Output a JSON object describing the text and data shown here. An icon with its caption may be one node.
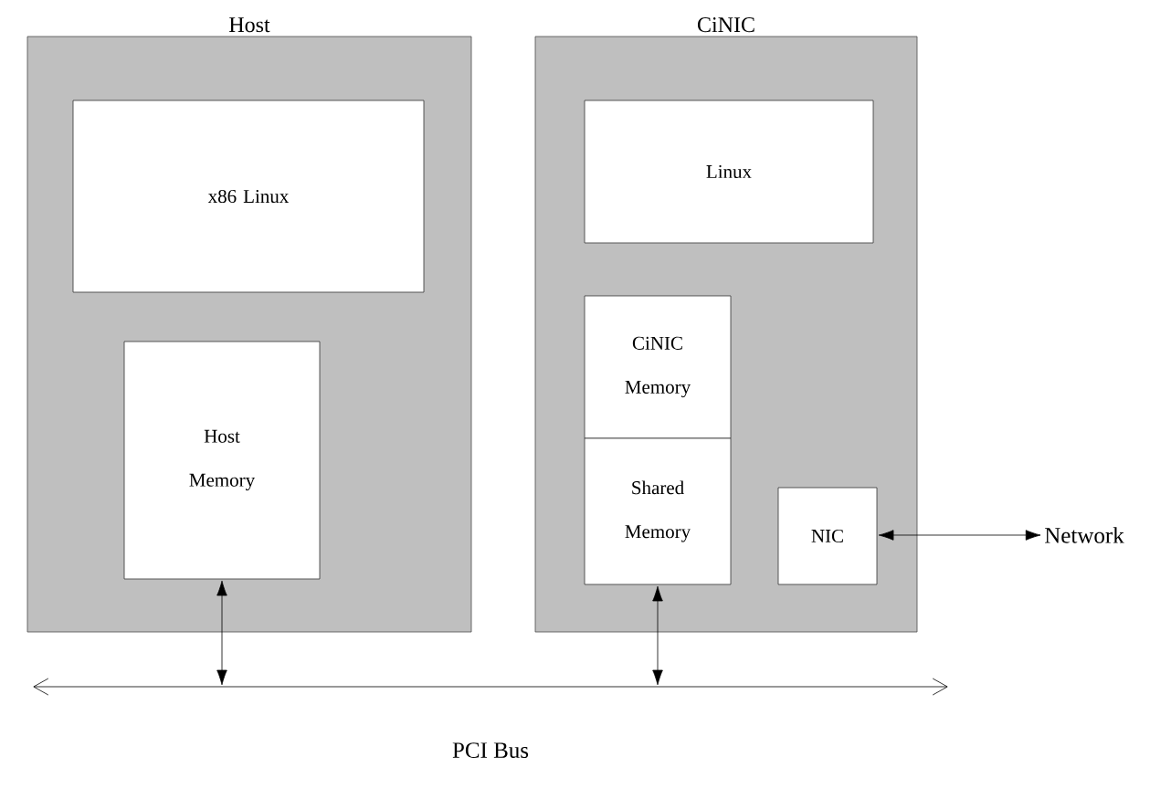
{
  "diagram": {
    "nodes": [
      {
        "text": [
          "Host"
        ]
      },
      {
        "text": [
          "x86 Linux"
        ],
        "in": 0
      },
      {
        "text": [
          "Host Memory"
        ],
        "in": 0
      },
      {
        "text": [
          "CiNIC"
        ]
      },
      {
        "text": [
          "Linux"
        ],
        "in": 3
      },
      {
        "text": [
          "CiNIC Memory"
        ],
        "in": 3
      },
      {
        "text": [
          "Shared Memory"
        ],
        "in": 3
      },
      {
        "text": [
          "NIC"
        ],
        "in": 3
      },
      {
        "text": [
          "Network"
        ]
      },
      {
        "text": [
          "PCI Bus"
        ]
      }
    ],
    "edges": [
      {
        "from": 2,
        "to": 9,
        "arrow": "both"
      },
      {
        "from": 6,
        "to": 9,
        "arrow": "both"
      },
      {
        "from": 7,
        "to": 8,
        "arrow": "both"
      }
    ]
  }
}
